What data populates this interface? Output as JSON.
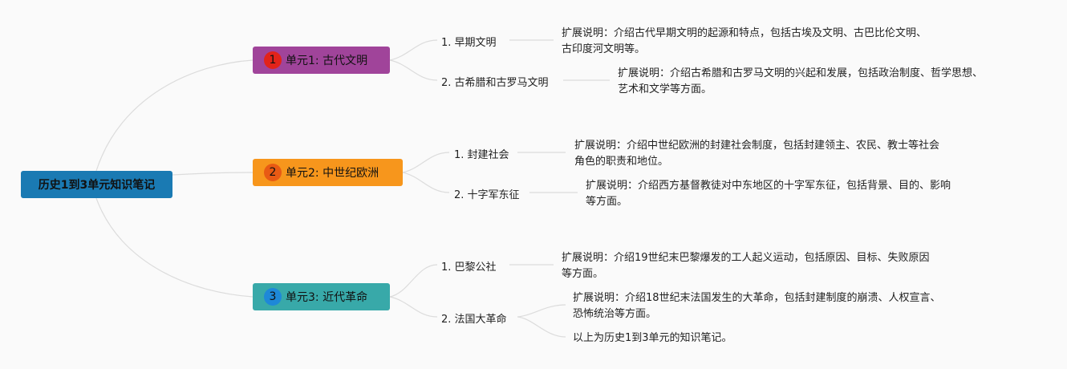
{
  "colors": {
    "root": "#1a7ab3",
    "unit1": "#a0449a",
    "unit1_badge": "#e2231a",
    "unit2": "#f7961c",
    "unit2_badge": "#e85a14",
    "unit3": "#38a9a9",
    "unit3_badge": "#1e88d8",
    "link": "#dcdcdc"
  },
  "root": {
    "label": "历史1到3单元知识笔记"
  },
  "units": [
    {
      "badge": "1",
      "label": "单元1: 古代文明",
      "topics": [
        {
          "label": "1. 早期文明",
          "desc": [
            "扩展说明：介绍古代早期文明的起源和特点，包括古埃及文明、古巴比伦文明、",
            "古印度河文明等。"
          ]
        },
        {
          "label": "2. 古希腊和古罗马文明",
          "desc": [
            "扩展说明：介绍古希腊和古罗马文明的兴起和发展，包括政治制度、哲学思想、",
            "艺术和文学等方面。"
          ]
        }
      ]
    },
    {
      "badge": "2",
      "label": "单元2: 中世纪欧洲",
      "topics": [
        {
          "label": "1. 封建社会",
          "desc": [
            "扩展说明：介绍中世纪欧洲的封建社会制度，包括封建领主、农民、教士等社会",
            "角色的职责和地位。"
          ]
        },
        {
          "label": "2. 十字军东征",
          "desc": [
            "扩展说明：介绍西方基督教徒对中东地区的十字军东征，包括背景、目的、影响",
            "等方面。"
          ]
        }
      ]
    },
    {
      "badge": "3",
      "label": "单元3: 近代革命",
      "topics": [
        {
          "label": "1. 巴黎公社",
          "desc": [
            "扩展说明：介绍19世纪末巴黎爆发的工人起义运动，包括原因、目标、失败原因",
            "等方面。"
          ]
        },
        {
          "label": "2. 法国大革命",
          "desc": [
            "扩展说明：介绍18世纪末法国发生的大革命，包括封建制度的崩溃、人权宣言、",
            "恐怖统治等方面。"
          ],
          "note": "以上为历史1到3单元的知识笔记。"
        }
      ]
    }
  ]
}
